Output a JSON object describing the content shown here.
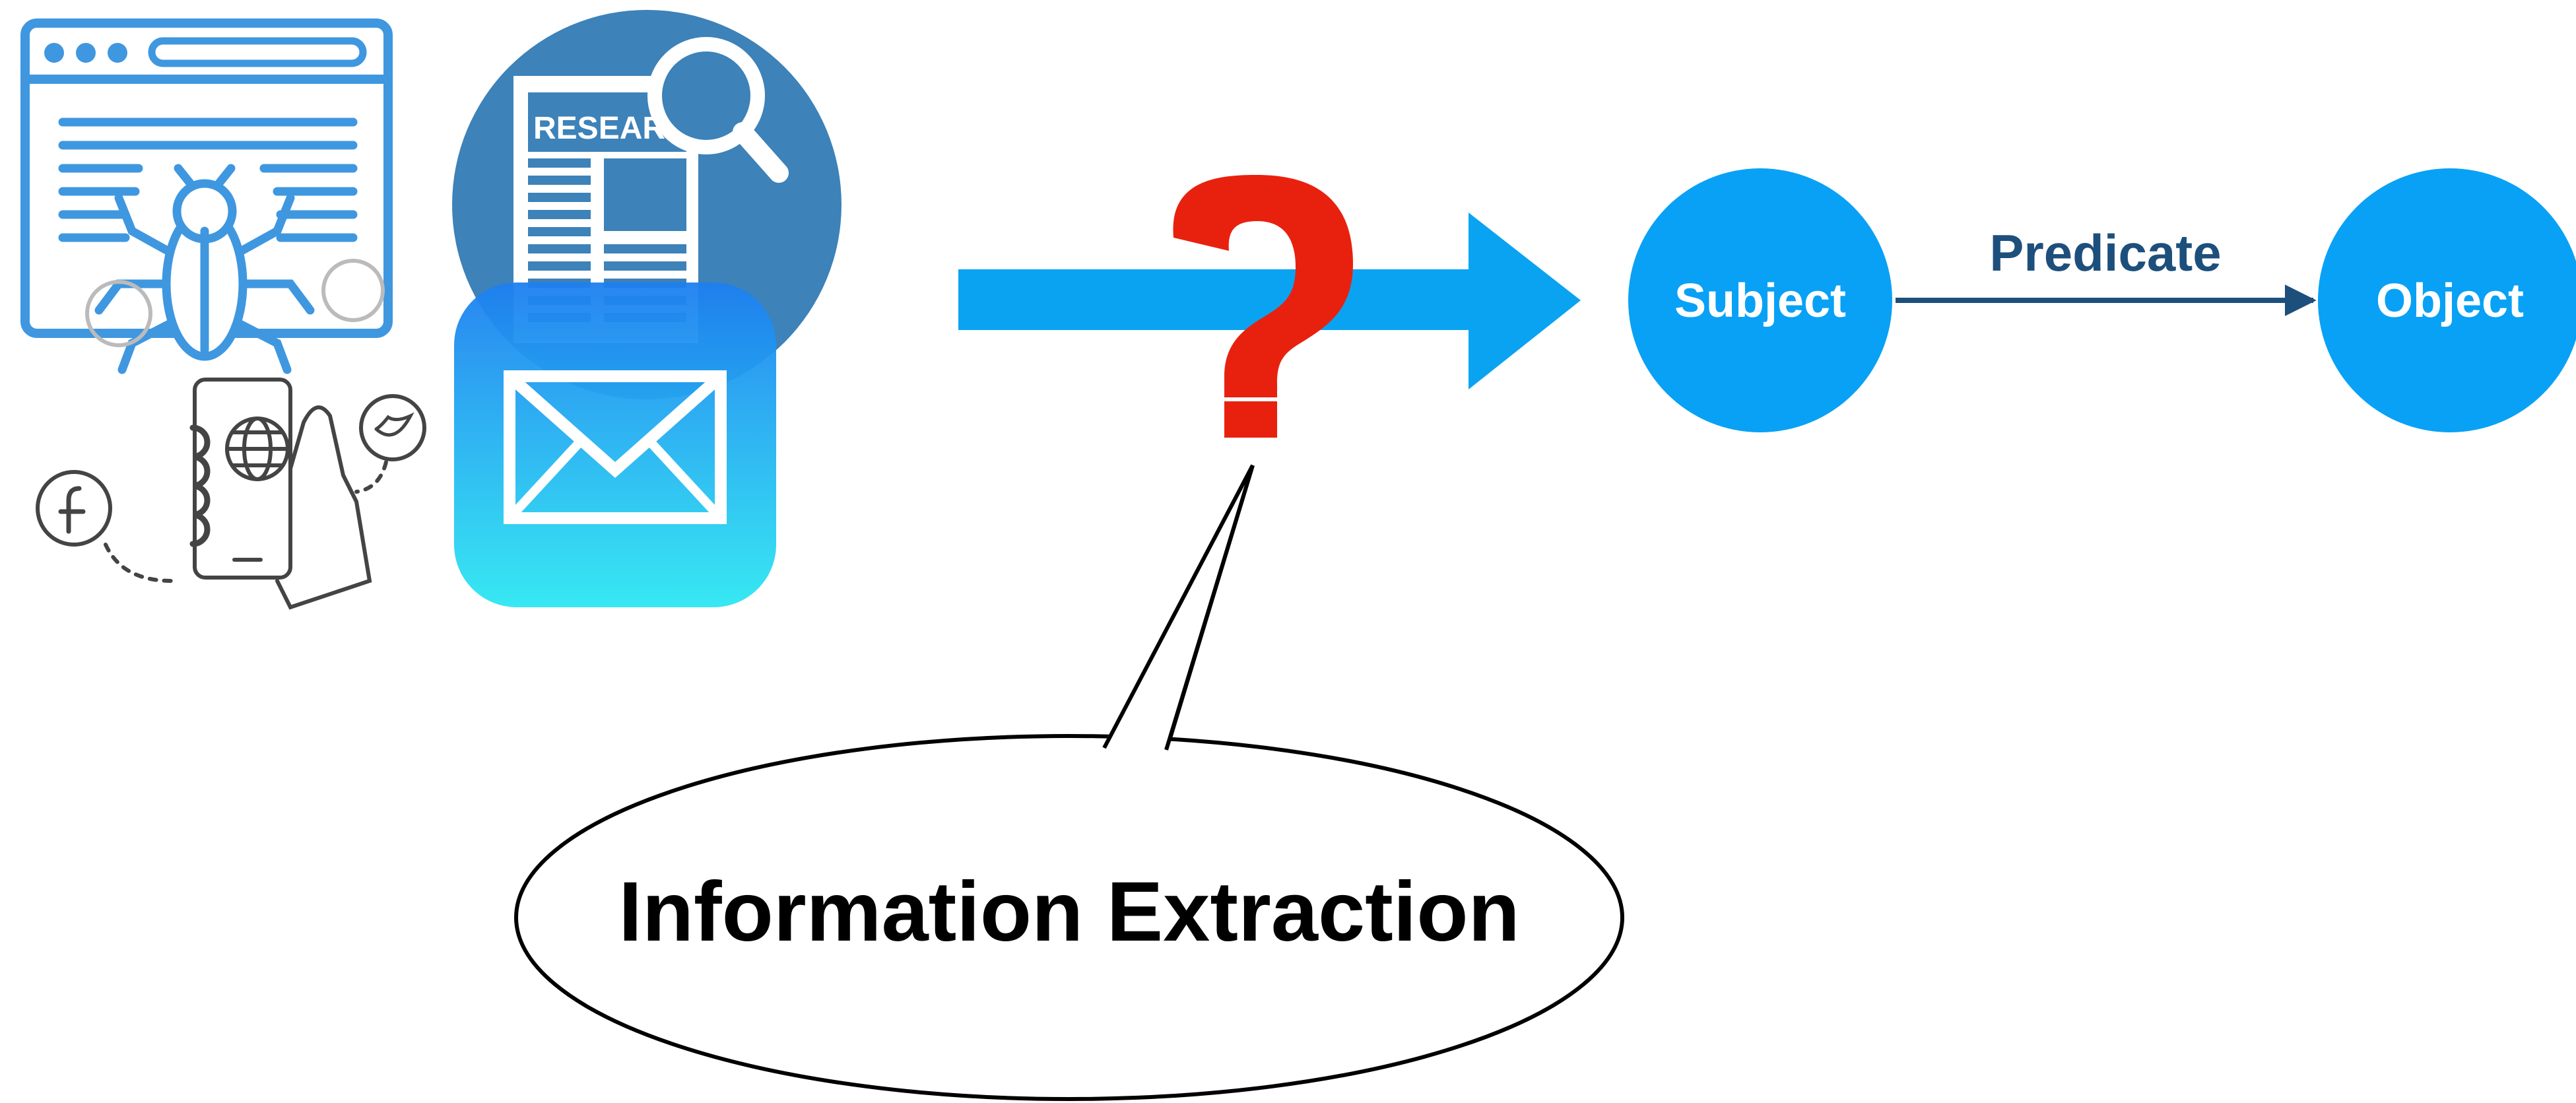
{
  "icons": {
    "web_crawler": "web-page-bug-icon",
    "research": "research-document-magnifier-icon",
    "research_label": "RESEARCH",
    "mail": "mail-envelope-icon",
    "social": "hand-phone-social-icon"
  },
  "process": {
    "arrow": "right-arrow-icon",
    "mark": "?",
    "callout_label": "Information Extraction"
  },
  "triple": {
    "subject": "Subject",
    "predicate": "Predicate",
    "object": "Object"
  },
  "colors": {
    "node_blue": "#09a1f5",
    "arrow_blue": "#0aa3f1",
    "question_red": "#e8210f",
    "predicate_navy": "#1d4f7c",
    "icon_blue": "#3f97e0",
    "research_circle": "#3d82b8",
    "mail_top": "#1d7ff0",
    "mail_bottom": "#2de7f2",
    "line_gray": "#444444"
  }
}
